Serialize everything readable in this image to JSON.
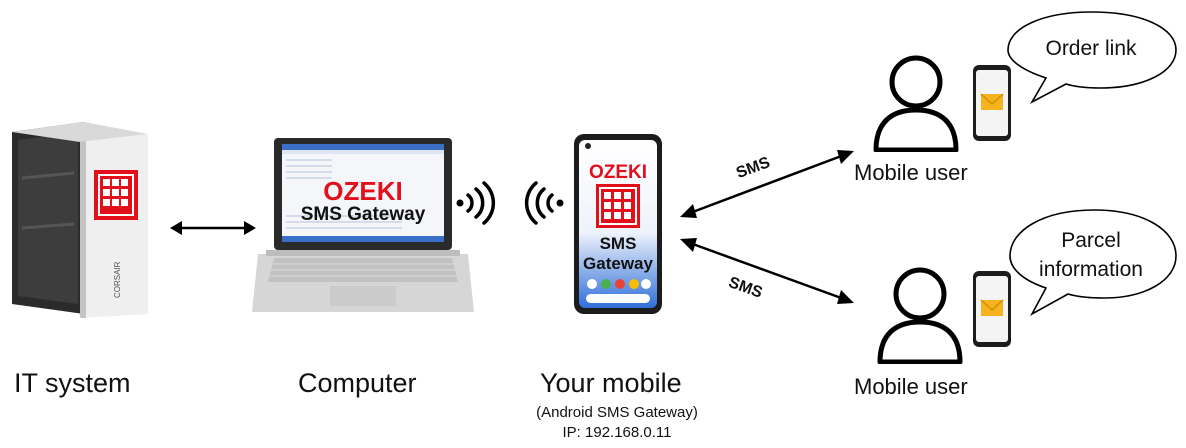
{
  "nodes": {
    "it_system": {
      "label": "IT system"
    },
    "computer": {
      "label": "Computer",
      "screen_title": "OZEKI",
      "screen_subtitle": "SMS Gateway"
    },
    "mobile": {
      "label": "Your mobile",
      "sublabel": "(Android SMS Gateway)",
      "ip": "IP: 192.168.0.11",
      "screen_title": "OZEKI",
      "screen_line1": "SMS",
      "screen_line2": "Gateway"
    },
    "user_top": {
      "label": "Mobile user",
      "bubble": "Order link"
    },
    "user_bottom": {
      "label": "Mobile user",
      "bubble_line1": "Parcel",
      "bubble_line2": "information"
    }
  },
  "links": {
    "sms_top": "SMS",
    "sms_bottom": "SMS"
  },
  "colors": {
    "brand_red": "#e3101b",
    "envelope": "#f5b41f",
    "phone_screen_top": "#ffffff",
    "phone_screen_bottom": "#2f6fd8"
  }
}
